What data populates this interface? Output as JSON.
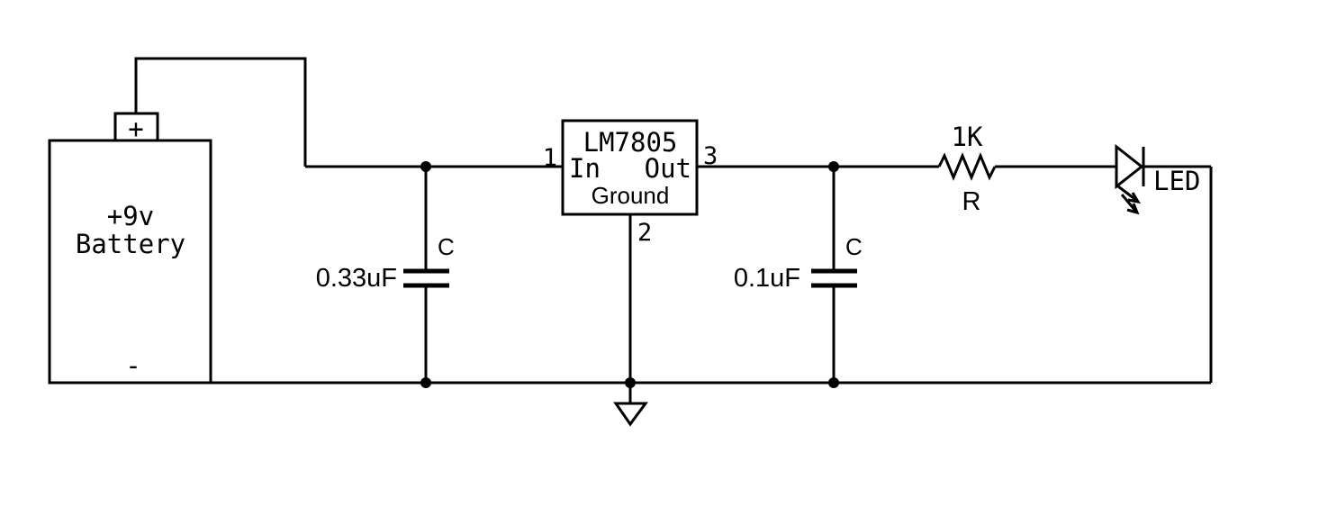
{
  "colors": {
    "ink": "#000000",
    "background": "#ffffff"
  },
  "battery": {
    "terminal_label": "+",
    "voltage": "+9v",
    "name": "Battery",
    "negative_label": "-"
  },
  "input_capacitor": {
    "designator": "C",
    "value": "0.33uF"
  },
  "regulator": {
    "part": "LM7805",
    "pin_in_label": "In",
    "pin_out_label": "Out",
    "pin_ground_label": "Ground",
    "pin_in_number": "1",
    "pin_ground_number": "2",
    "pin_out_number": "3"
  },
  "output_capacitor": {
    "designator": "C",
    "value": "0.1uF"
  },
  "resistor": {
    "value": "1K",
    "designator": "R"
  },
  "led": {
    "label": "LED"
  }
}
